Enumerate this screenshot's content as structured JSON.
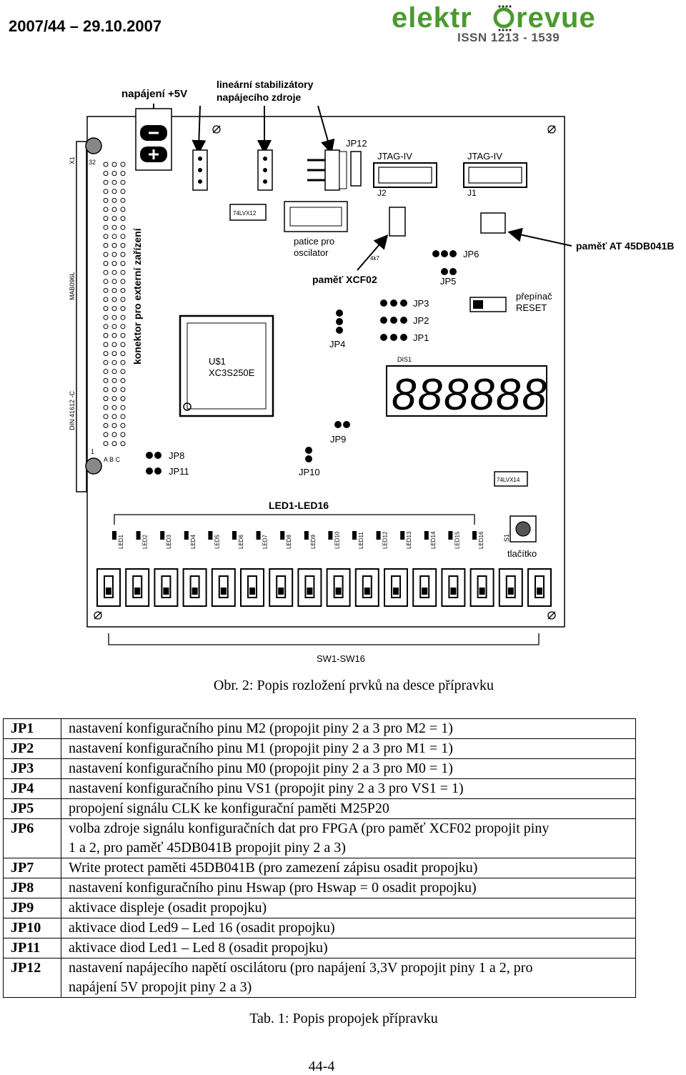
{
  "header": {
    "issue": "2007/44 – 29.10.2007",
    "logo_text": "elektrorevue",
    "issn": "ISSN 1213 - 1539"
  },
  "figure": {
    "labels": {
      "power": "napájení +5V",
      "regulators_l1": "lineární stabilizátory",
      "regulators_l2": "napájecího zdroje",
      "jp12": "JP12",
      "jtag_left": "JTAG-IV",
      "jtag_right": "JTAG-IV",
      "j2": "J2",
      "j1": "J1",
      "mem_at": "paměť AT 45DB041B",
      "ic_74lvx12": "74LVX12",
      "socket_l1": "patice pro",
      "socket_l2": "oscilator",
      "mem_xcf": "paměť XCF02",
      "cap_4k7": "4k7",
      "jp6": "JP6",
      "jp5": "JP5",
      "jp3": "JP3",
      "jp2": "JP2",
      "jp1": "JP1",
      "jp4": "JP4",
      "reset_l1": "přepínač",
      "reset_l2": "RESET",
      "connector": "konektor pro externí zařízení",
      "mab": "MAB096L",
      "din": "DIN 41612 -C",
      "x1": "X1",
      "pin32": "32",
      "pin1": "1",
      "abc": "A B C",
      "fpga_l1": "U$1",
      "fpga_l2": "XC3S250E",
      "dis1": "DIS1",
      "jp9": "JP9",
      "jp8": "JP8",
      "jp11": "JP11",
      "jp10": "JP10",
      "ic_74lvx14": "74LVX14",
      "leds": "LED1-LED16",
      "s1": "S1",
      "button": "tlačítko",
      "switches": "SW1-SW16",
      "led_names": [
        "LED1",
        "LED2",
        "LED3",
        "LED4",
        "LED5",
        "LED6",
        "LED7",
        "LED8",
        "LED9",
        "LED10",
        "LED11",
        "LED12",
        "LED13",
        "LED14",
        "LED15",
        "LED16"
      ],
      "display_digits": "888888"
    },
    "caption": "Obr. 2: Popis rozložení prvků na desce přípravku"
  },
  "table": {
    "rows": [
      {
        "key": "JP1",
        "lines": [
          "nastavení konfiguračního pinu M2 (propojit piny  2 a 3 pro M2 = 1)"
        ]
      },
      {
        "key": "JP2",
        "lines": [
          "nastavení konfiguračního pinu M1 (propojit piny  2 a 3 pro M1 = 1)"
        ]
      },
      {
        "key": "JP3",
        "lines": [
          "nastavení konfiguračního pinu M0 (propojit piny  2 a 3 pro M0 = 1)"
        ]
      },
      {
        "key": "JP4",
        "lines": [
          "nastavení konfiguračního pinu VS1 (propojit piny 2 a 3 pro VS1 = 1)"
        ]
      },
      {
        "key": "JP5",
        "lines": [
          "propojení signálu CLK ke konfigurační paměti M25P20"
        ]
      },
      {
        "key": "JP6",
        "lines": [
          "volba zdroje signálu konfiguračních dat pro FPGA (pro paměť XCF02 propojit piny",
          "1 a 2, pro paměť 45DB041B propojit piny 2 a 3)"
        ]
      },
      {
        "key": "JP7",
        "lines": [
          "Write protect paměti 45DB041B (pro zamezení zápisu osadit propojku)"
        ]
      },
      {
        "key": "JP8",
        "lines": [
          "nastavení konfiguračního pinu Hswap (pro Hswap = 0 osadit propojku)"
        ]
      },
      {
        "key": "JP9",
        "lines": [
          "aktivace displeje (osadit propojku)"
        ]
      },
      {
        "key": "JP10",
        "lines": [
          "aktivace diod Led9 – Led 16 (osadit propojku)"
        ]
      },
      {
        "key": "JP11",
        "lines": [
          "aktivace diod Led1 – Led 8 (osadit propojku)"
        ]
      },
      {
        "key": "JP12",
        "lines": [
          "nastavení napájecího napětí oscilátoru (pro napájení 3,3V propojit piny 1 a 2, pro",
          "napájení 5V propojit piny 2 a 3)"
        ]
      }
    ],
    "caption": "Tab. 1: Popis propojek přípravku"
  },
  "page": {
    "number": "44-4"
  },
  "colors": {
    "logo_green": "#4a9a2e",
    "logo_gray": "#8a8a8a",
    "ink": "#000000"
  }
}
